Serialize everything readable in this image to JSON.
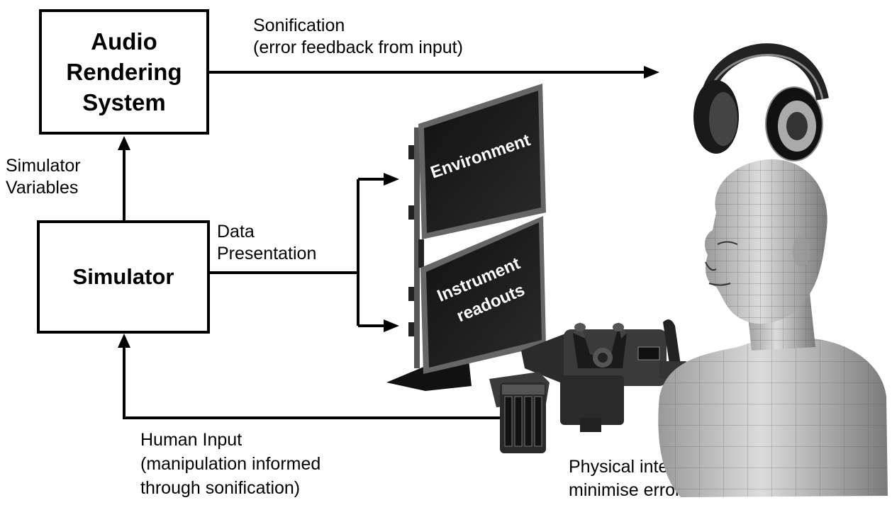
{
  "boxes": {
    "audio_line1": "Audio",
    "audio_line2": "Rendering",
    "audio_line3": "System",
    "simulator": "Simulator"
  },
  "labels": {
    "sonification_line1": "Sonification",
    "sonification_line2": "(error feedback from input)",
    "sim_vars_line1": "Simulator",
    "sim_vars_line2": "Variables",
    "data_line1": "Data",
    "data_line2": "Presentation",
    "human_line1": "Human  Input",
    "human_line2": "(manipulation  informed",
    "human_line3": "through  sonification)",
    "physical_line1": "Physical interaction to",
    "physical_line2": "minimise error"
  },
  "monitors": {
    "top": "Environment",
    "bottom_line1": "Instrument",
    "bottom_line2": "readouts"
  },
  "images": [
    "headphones",
    "flight-simulator-monitors",
    "flight-controls",
    "mesh-head"
  ]
}
